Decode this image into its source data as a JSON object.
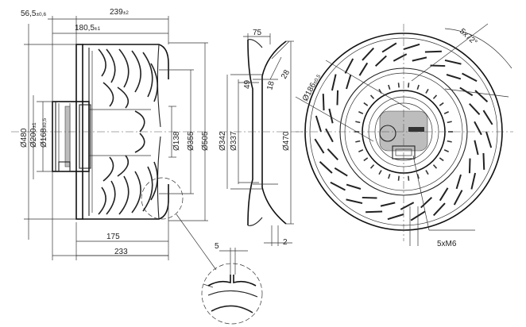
{
  "side_view": {
    "dim_56_5": "56,5",
    "dim_56_5_tol": "±0,6",
    "dim_239": "239",
    "dim_239_tol": "±2",
    "dim_180_5": "180,5",
    "dim_180_5_tol": "±1",
    "dim_480": "Ø480",
    "dim_200": "Ø200",
    "dim_200_tol": "±1",
    "dim_168": "Ø168",
    "dim_168_tol": "±0,5",
    "dim_138": "Ø138",
    "dim_355": "Ø355",
    "dim_505": "Ø505",
    "dim_175": "175",
    "dim_233": "233"
  },
  "inlet_ring": {
    "dim_75": "75",
    "dim_342": "Ø342",
    "dim_337": "Ø337",
    "dim_49": "49",
    "dim_18": "18",
    "dim_28": "28",
    "dim_470": "Ø470",
    "dim_2": "2"
  },
  "front_view": {
    "dim_186": "Ø186",
    "dim_186_tol": "±0,5",
    "dim_5x72": "5x72°",
    "dim_5xm6": "5xM6"
  },
  "detail": {
    "dim_5": "5"
  }
}
